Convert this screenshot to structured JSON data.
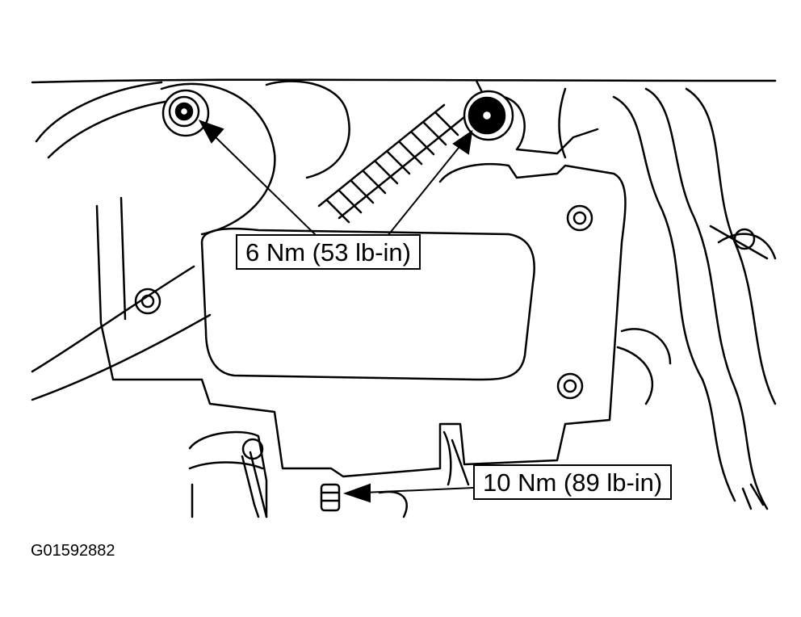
{
  "diagram": {
    "callouts": [
      {
        "id": "upper",
        "label": "6 Nm (53 lb-in)"
      },
      {
        "id": "lower",
        "label": "10 Nm (89 lb-in)"
      }
    ],
    "figure_id": "G01592882",
    "colors": {
      "line": "#000000",
      "background": "#ffffff"
    }
  }
}
